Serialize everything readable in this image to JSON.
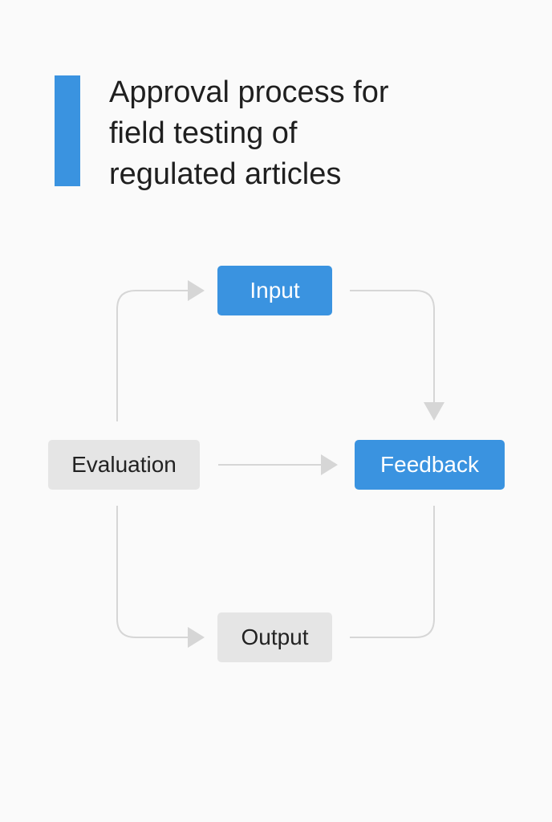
{
  "title_lines": [
    "Approval process for",
    "field testing of",
    "regulated articles"
  ],
  "nodes": {
    "input": "Input",
    "feedback": "Feedback",
    "evaluation": "Evaluation",
    "output": "Output"
  },
  "colors": {
    "accent": "#3a93e0",
    "neutral_box": "#e5e5e5",
    "connector": "#d6d6d6",
    "background": "#fafafa"
  }
}
